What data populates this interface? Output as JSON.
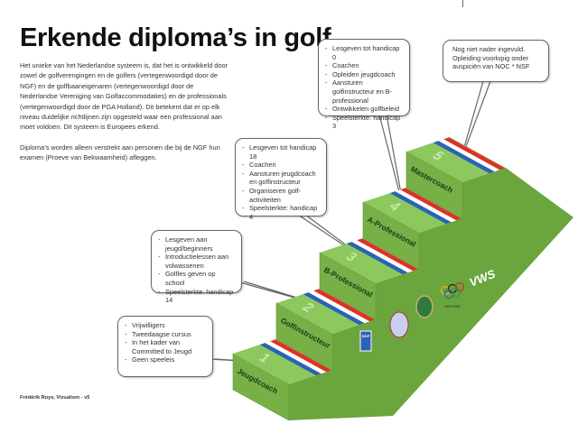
{
  "title": "Erkende diploma’s in golf",
  "intro": [
    "Het unieke van het Nederlandse systeem is, dat het is ontwikkeld door zowel de golfverengingen en de golfers (vertegenwoordigd door de NGF) en de golfbaaneigenaren (vertegenwoordigd door de Nederlandse Vereniging van Golfaccommodaties) en de professionals (vertegenwoordigd door de PGA Holland). Dit betekent dat er op elk niveau duidelijke richtlijnen zijn opgesteld waar een professional aan moet voldoen. Dit systeem is Europees erkend.",
    "Diploma’s worden alleen verstrekt aan personen die bij de NGF hun examen (Proeve van Bekwaamheid) afleggen."
  ],
  "footer": "Frédérik Ruys, Vizualism - v5",
  "colors": {
    "top": "#8dc85f",
    "front": "#78b048",
    "side": "#6aa53e",
    "red": "#e0302a",
    "blue": "#2a62b8",
    "number": "#c8e8a8"
  },
  "steps": [
    {
      "number": "1",
      "label": "Jeugdcoach"
    },
    {
      "number": "2",
      "label": "Golfinstructeur"
    },
    {
      "number": "3",
      "label": "B-Professional"
    },
    {
      "number": "4",
      "label": "A-Professional"
    },
    {
      "number": "5",
      "label": "Mastercoach"
    }
  ],
  "side_brand": "VWS",
  "logos": [
    "NGF logo",
    "PGA Holland logo",
    "NVG logo",
    "NOC*NSF logo"
  ],
  "logo_text": {
    "ngf": "NGF",
    "nocnsf": "NOC*NSF"
  },
  "callouts": [
    {
      "items": [
        "Vrijwilligers",
        "Tweedaagse cursus",
        "In het kader van Committed to Jeugd",
        "Geen speeleis"
      ]
    },
    {
      "items": [
        "Lesgeven aan jeugd/beginners",
        "Introductielessen aan volwassenen",
        "Golfles geven op school",
        "Speelsterkte: handicap 14"
      ]
    },
    {
      "items": [
        "Lesgeven tot handicap 18",
        "Coachen",
        "Aansturen jeugdcoach en golfinstructeur",
        "Organiseren golf-activiteiten",
        "Speelsterkte: handicap 4"
      ]
    },
    {
      "items": [
        "Lesgeven tot handicap 0",
        "Coachen",
        "Opleiden jeugdcoach",
        "Aansturen golfinstructeur en B-professional",
        "Ontwikkelen golfbeleid",
        "Speelsterkte: handicap 3"
      ]
    },
    {
      "text": "Nog niet nader ingevuld. Opleiding voorlopig onder auspiciën van NOC * NSF"
    }
  ]
}
